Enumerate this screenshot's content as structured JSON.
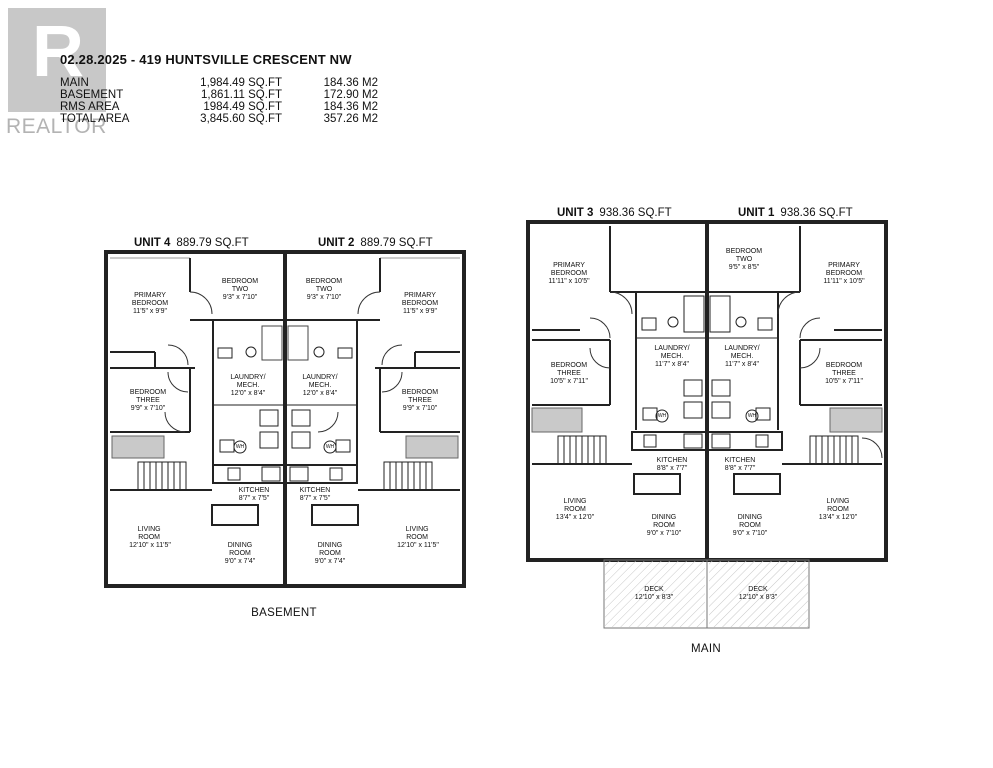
{
  "brand": {
    "logo_letter": "R",
    "name": "REALTOR"
  },
  "header": {
    "title": "02.28.2025 - 419 HUNTSVILLE CRESCENT NW"
  },
  "areas": [
    {
      "label": "MAIN",
      "sqft": "1,984.49 SQ.FT",
      "m2": "184.36 M2"
    },
    {
      "label": "BASEMENT",
      "sqft": "1,861.11 SQ.FT",
      "m2": "172.90 M2"
    },
    {
      "label": "RMS AREA",
      "sqft": "1984.49 SQ.FT",
      "m2": "184.36 M2"
    },
    {
      "label": "TOTAL AREA",
      "sqft": "3,845.60 SQ.FT",
      "m2": "357.26 M2"
    }
  ],
  "basement": {
    "label": "BASEMENT",
    "units": [
      {
        "name": "UNIT 4",
        "area": "889.79 SQ.FT"
      },
      {
        "name": "UNIT 2",
        "area": "889.79 SQ.FT"
      }
    ],
    "rooms": {
      "u4_primary": {
        "name": "PRIMARY BEDROOM",
        "dim": "11'5\" x 9'9\""
      },
      "u4_bed2": {
        "name": "BEDROOM TWO",
        "dim": "9'3\" x 7'10\""
      },
      "u4_bed3": {
        "name": "BEDROOM THREE",
        "dim": "9'9\" x 7'10\""
      },
      "u4_laundry": {
        "name": "LAUNDRY/ MECH.",
        "dim": "12'0\" x 8'4\""
      },
      "u4_kitchen": {
        "name": "KITCHEN",
        "dim": "8'7\" x 7'5\""
      },
      "u4_living": {
        "name": "LIVING ROOM",
        "dim": "12'10\" x 11'5\""
      },
      "u4_dining": {
        "name": "DINING ROOM",
        "dim": "9'0\" x 7'4\""
      },
      "u2_primary": {
        "name": "PRIMARY BEDROOM",
        "dim": "11'5\" x 9'9\""
      },
      "u2_bed2": {
        "name": "BEDROOM TWO",
        "dim": "9'3\" x 7'10\""
      },
      "u2_bed3": {
        "name": "BEDROOM THREE",
        "dim": "9'9\" x 7'10\""
      },
      "u2_laundry": {
        "name": "LAUNDRY/ MECH.",
        "dim": "12'0\" x 8'4\""
      },
      "u2_kitchen": {
        "name": "KITCHEN",
        "dim": "8'7\" x 7'5\""
      },
      "u2_living": {
        "name": "LIVING ROOM",
        "dim": "12'10\" x 11'5\""
      },
      "u2_dining": {
        "name": "DINING ROOM",
        "dim": "9'0\" x 7'4\""
      }
    }
  },
  "main": {
    "label": "MAIN",
    "units": [
      {
        "name": "UNIT 3",
        "area": "938.36 SQ.FT"
      },
      {
        "name": "UNIT 1",
        "area": "938.36 SQ.FT"
      }
    ],
    "rooms": {
      "u3_primary": {
        "name": "PRIMARY BEDROOM",
        "dim": "11'11\" x 10'5\""
      },
      "u3_bed3": {
        "name": "BEDROOM THREE",
        "dim": "10'5\" x 7'11\""
      },
      "u3_laundry": {
        "name": "LAUNDRY/ MECH.",
        "dim": "11'7\" x 8'4\""
      },
      "u3_kitchen": {
        "name": "KITCHEN",
        "dim": "8'8\" x 7'7\""
      },
      "u3_living": {
        "name": "LIVING ROOM",
        "dim": "13'4\" x 12'0\""
      },
      "u3_dining": {
        "name": "DINING ROOM",
        "dim": "9'0\" x 7'10\""
      },
      "u3_deck": {
        "name": "DECK",
        "dim": "12'10\" x 8'3\""
      },
      "u1_bed2": {
        "name": "BEDROOM TWO",
        "dim": "9'5\" x 8'5\""
      },
      "u1_primary": {
        "name": "PRIMARY BEDROOM",
        "dim": "11'11\" x 10'5\""
      },
      "u1_bed3": {
        "name": "BEDROOM THREE",
        "dim": "10'5\" x 7'11\""
      },
      "u1_laundry": {
        "name": "LAUNDRY/ MECH.",
        "dim": "11'7\" x 8'4\""
      },
      "u1_kitchen": {
        "name": "KITCHEN",
        "dim": "8'8\" x 7'7\""
      },
      "u1_living": {
        "name": "LIVING ROOM",
        "dim": "13'4\" x 12'0\""
      },
      "u1_dining": {
        "name": "DINING ROOM",
        "dim": "9'0\" x 7'10\""
      },
      "u1_deck": {
        "name": "DECK",
        "dim": "12'10\" x 8'3\""
      }
    }
  },
  "fixtures": {
    "water_heater": "WH"
  }
}
